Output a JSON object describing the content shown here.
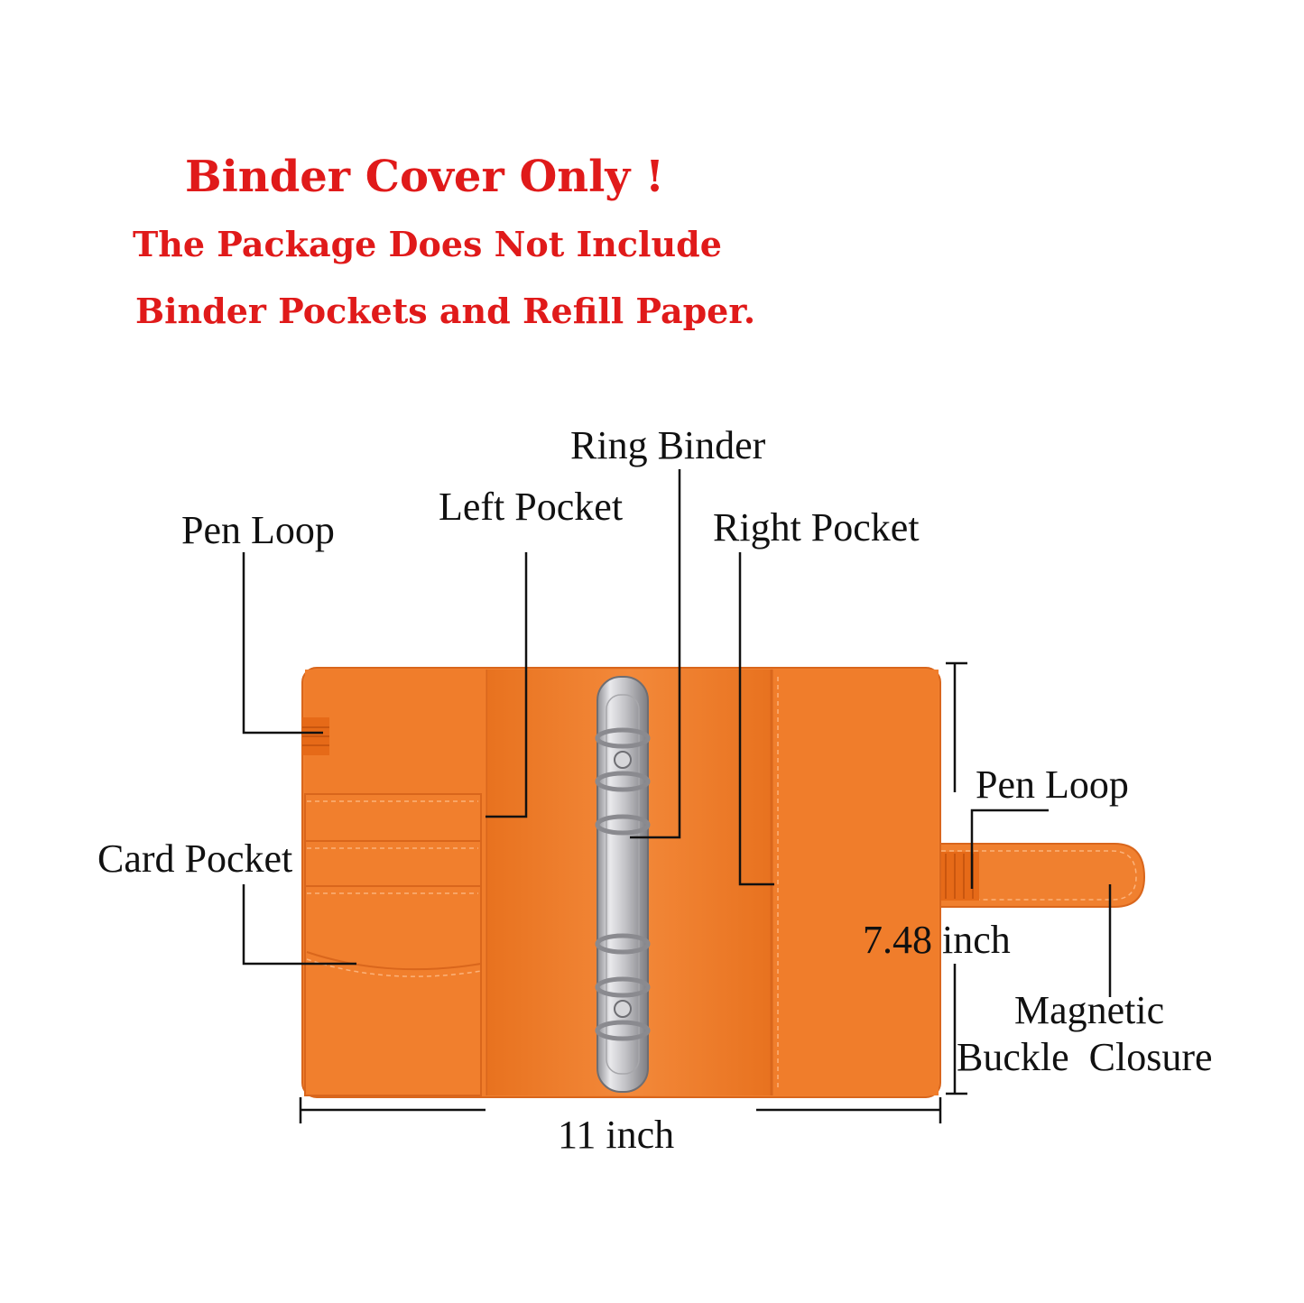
{
  "notice": {
    "title": "Binder Cover Only !",
    "line1": "The Package Does Not Include",
    "line2": "Binder Pockets and Refill Paper."
  },
  "callouts": {
    "ring_binder": "Ring Binder",
    "left_pocket": "Left Pocket",
    "pen_loop_left": "Pen Loop",
    "right_pocket": "Right Pocket",
    "pen_loop_right": "Pen Loop",
    "card_pocket": "Card Pocket",
    "magnetic_line1": "Magnetic",
    "magnetic_line2": "Buckle  Closure"
  },
  "dimensions": {
    "height": "7.48 inch",
    "width": "11 inch"
  },
  "colors": {
    "notice_text": "#e01a1a",
    "cover_orange": "#f0802f",
    "cover_dark": "#e0691c",
    "ring_metal": "#c9c9cc"
  }
}
